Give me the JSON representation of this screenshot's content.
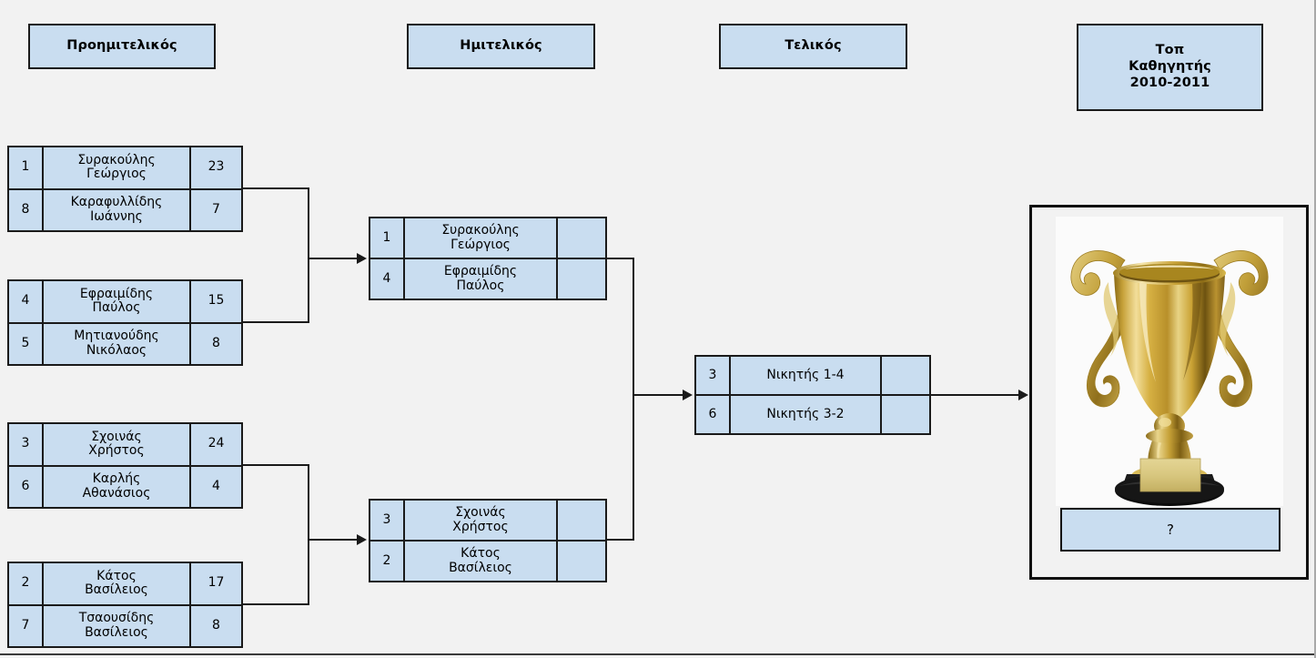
{
  "headers": [
    {
      "label": "Προημιτελικός"
    },
    {
      "label": "Ημιτελικός"
    },
    {
      "label": "Τελικός"
    },
    {
      "label": "Τοπ\nΚαθηγητής\n2010-2011"
    }
  ],
  "quarterfinals": [
    {
      "rows": [
        {
          "seed": "1",
          "name": "Συρακούλης\nΓεώργιος",
          "score": "23"
        },
        {
          "seed": "8",
          "name": "Καραφυλλίδης\nΙωάννης",
          "score": "7"
        }
      ]
    },
    {
      "rows": [
        {
          "seed": "4",
          "name": "Εφραιμίδης\nΠαύλος",
          "score": "15"
        },
        {
          "seed": "5",
          "name": "Μητιανούδης\nΝικόλαος",
          "score": "8"
        }
      ]
    },
    {
      "rows": [
        {
          "seed": "3",
          "name": "Σχοινάς\nΧρήστος",
          "score": "24"
        },
        {
          "seed": "6",
          "name": "Καρλής\nΑθανάσιος",
          "score": "4"
        }
      ]
    },
    {
      "rows": [
        {
          "seed": "2",
          "name": "Κάτος\nΒασίλειος",
          "score": "17"
        },
        {
          "seed": "7",
          "name": "Τσαουσίδης\nΒασίλειος",
          "score": "8"
        }
      ]
    }
  ],
  "semifinals": [
    {
      "rows": [
        {
          "seed": "1",
          "name": "Συρακούλης\nΓεώργιος",
          "score": ""
        },
        {
          "seed": "4",
          "name": "Εφραιμίδης\nΠαύλος",
          "score": ""
        }
      ]
    },
    {
      "rows": [
        {
          "seed": "3",
          "name": "Σχοινάς\nΧρήστος",
          "score": ""
        },
        {
          "seed": "2",
          "name": "Κάτος\nΒασίλειος",
          "score": ""
        }
      ]
    }
  ],
  "final": {
    "rows": [
      {
        "seed": "3",
        "name": "Νικητής 1-4",
        "score": ""
      },
      {
        "seed": "6",
        "name": "Νικητής 3-2",
        "score": ""
      }
    ]
  },
  "trophy": {
    "icon": "trophy-icon",
    "winner_label": "?"
  },
  "colors": {
    "cell_fill": "#c9ddf0",
    "border": "#1a1a1a",
    "background": "#f2f2f2",
    "trophy_gold": "#d4a017"
  }
}
